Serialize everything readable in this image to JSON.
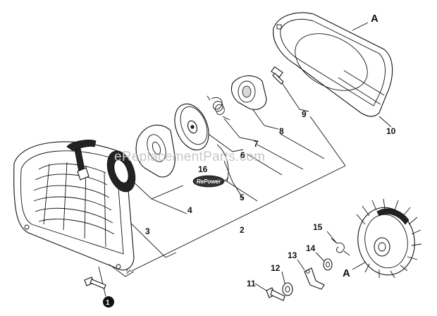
{
  "watermark": "eReplacementParts.com",
  "callouts": [
    {
      "id": "1",
      "text": "1"
    },
    {
      "id": "2",
      "text": "2"
    },
    {
      "id": "3",
      "text": "3"
    },
    {
      "id": "4",
      "text": "4"
    },
    {
      "id": "5",
      "text": "5"
    },
    {
      "id": "6",
      "text": "6"
    },
    {
      "id": "7",
      "text": "7"
    },
    {
      "id": "8",
      "text": "8"
    },
    {
      "id": "9",
      "text": "9"
    },
    {
      "id": "10",
      "text": "10"
    },
    {
      "id": "11",
      "text": "11"
    },
    {
      "id": "12",
      "text": "12"
    },
    {
      "id": "13",
      "text": "13"
    },
    {
      "id": "14",
      "text": "14"
    },
    {
      "id": "15",
      "text": "15"
    },
    {
      "id": "16",
      "text": "16"
    }
  ],
  "letters": {
    "a_top": "A",
    "a_bottom": "A"
  },
  "repower_label": "RePower"
}
